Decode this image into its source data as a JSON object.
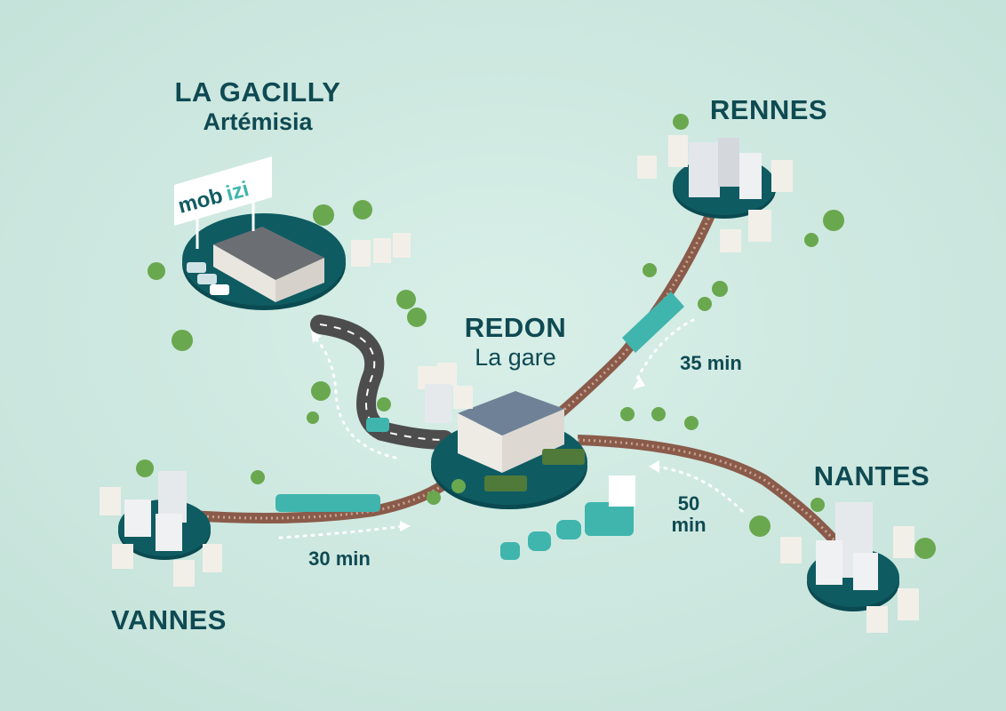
{
  "places": {
    "la_gacilly": {
      "name": "LA GACILLY",
      "site": "Artémisia"
    },
    "rennes": {
      "name": "RENNES"
    },
    "redon": {
      "name": "REDON",
      "site": "La gare"
    },
    "nantes": {
      "name": "NANTES"
    },
    "vannes": {
      "name": "VANNES"
    }
  },
  "routes": {
    "rennes_time": "35 min",
    "nantes_time_value": "50",
    "nantes_time_unit": "min",
    "vannes_time": "30 min"
  },
  "billboard": {
    "logo_part1": "mob",
    "logo_part2": "izi"
  },
  "colors": {
    "background": "#cfe9e1",
    "hub_base": "#0f5b62",
    "label_text": "#0f4a52",
    "rail": "#8a5b4a",
    "train": "#3fb5ad",
    "tree": "#6aa84f",
    "road": "#4d4d4d"
  },
  "icons": [
    "train-icon",
    "bus-icon",
    "car-icon",
    "scooter-icon",
    "tree-icon",
    "building-icon",
    "house-icon",
    "billboard-icon"
  ]
}
